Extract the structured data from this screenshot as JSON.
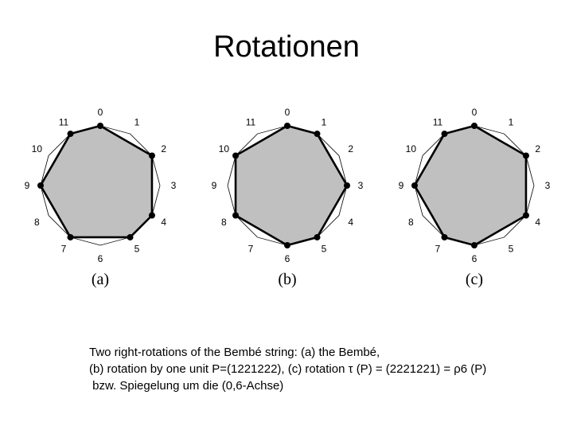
{
  "title": "Rotationen",
  "diagrams": [
    {
      "id": "a",
      "label": "(a)",
      "onsets": [
        0,
        2,
        4,
        5,
        7,
        9,
        11
      ]
    },
    {
      "id": "b",
      "label": "(b)",
      "onsets": [
        0,
        1,
        3,
        5,
        6,
        8,
        10
      ]
    },
    {
      "id": "c",
      "label": "(c)",
      "onsets": [
        0,
        2,
        4,
        6,
        7,
        9,
        11
      ]
    }
  ],
  "node_labels": [
    "0",
    "1",
    "2",
    "3",
    "4",
    "5",
    "6",
    "7",
    "8",
    "9",
    "10",
    "11"
  ],
  "caption": {
    "line1": "Two right-rotations of the Bembé string: (a) the Bembé,",
    "line2": "(b) rotation by one unit P=(1221222), (c) rotation τ (P) = (2221221) = ρ6 (P)",
    "line3": " bzw. Spiegelung um die (0,6-Achse)"
  }
}
